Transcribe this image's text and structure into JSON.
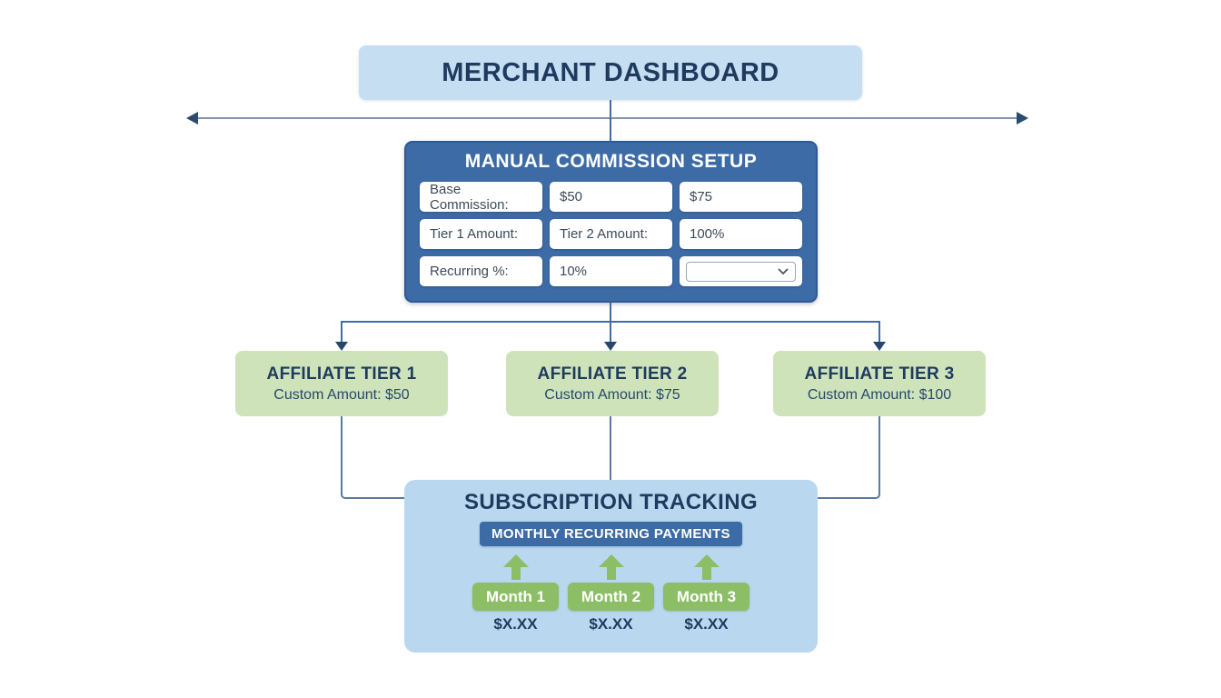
{
  "dashboard": {
    "title": "MERCHANT DASHBOARD"
  },
  "commission": {
    "title": "MANUAL COMMISSION SETUP",
    "rows": [
      [
        "Base Commission:",
        "$50",
        "$75"
      ],
      [
        "Tier 1 Amount:",
        "Tier 2 Amount:",
        "100%"
      ],
      [
        "Recurring %:",
        "10%",
        ""
      ]
    ],
    "dropdown_value": ""
  },
  "tiers": [
    {
      "title": "AFFILIATE TIER 1",
      "subtitle": "Custom Amount: $50"
    },
    {
      "title": "AFFILIATE TIER 2",
      "subtitle": "Custom Amount: $75"
    },
    {
      "title": "AFFILIATE TIER 3",
      "subtitle": "Custom Amount: $100"
    }
  ],
  "subscription": {
    "title": "SUBSCRIPTION TRACKING",
    "badge": "MONTHLY RECURRING PAYMENTS",
    "months": [
      {
        "label": "Month 1",
        "amount": "$X.XX"
      },
      {
        "label": "Month 2",
        "amount": "$X.XX"
      },
      {
        "label": "Month 3",
        "amount": "$X.XX"
      }
    ]
  },
  "icons": {
    "dropdown_chevron": "chevron-down-icon",
    "flow_arrows": "arrow-icons"
  },
  "colors": {
    "box_blue_dark": "#3c6ba6",
    "box_blue_light": "#c5def2",
    "box_blue_lighter": "#b9d8f0",
    "tier_green": "#cfe3ba",
    "month_green": "#8cbe66",
    "navy_text": "#1e3a5f",
    "connector": "#5b7aa0"
  }
}
